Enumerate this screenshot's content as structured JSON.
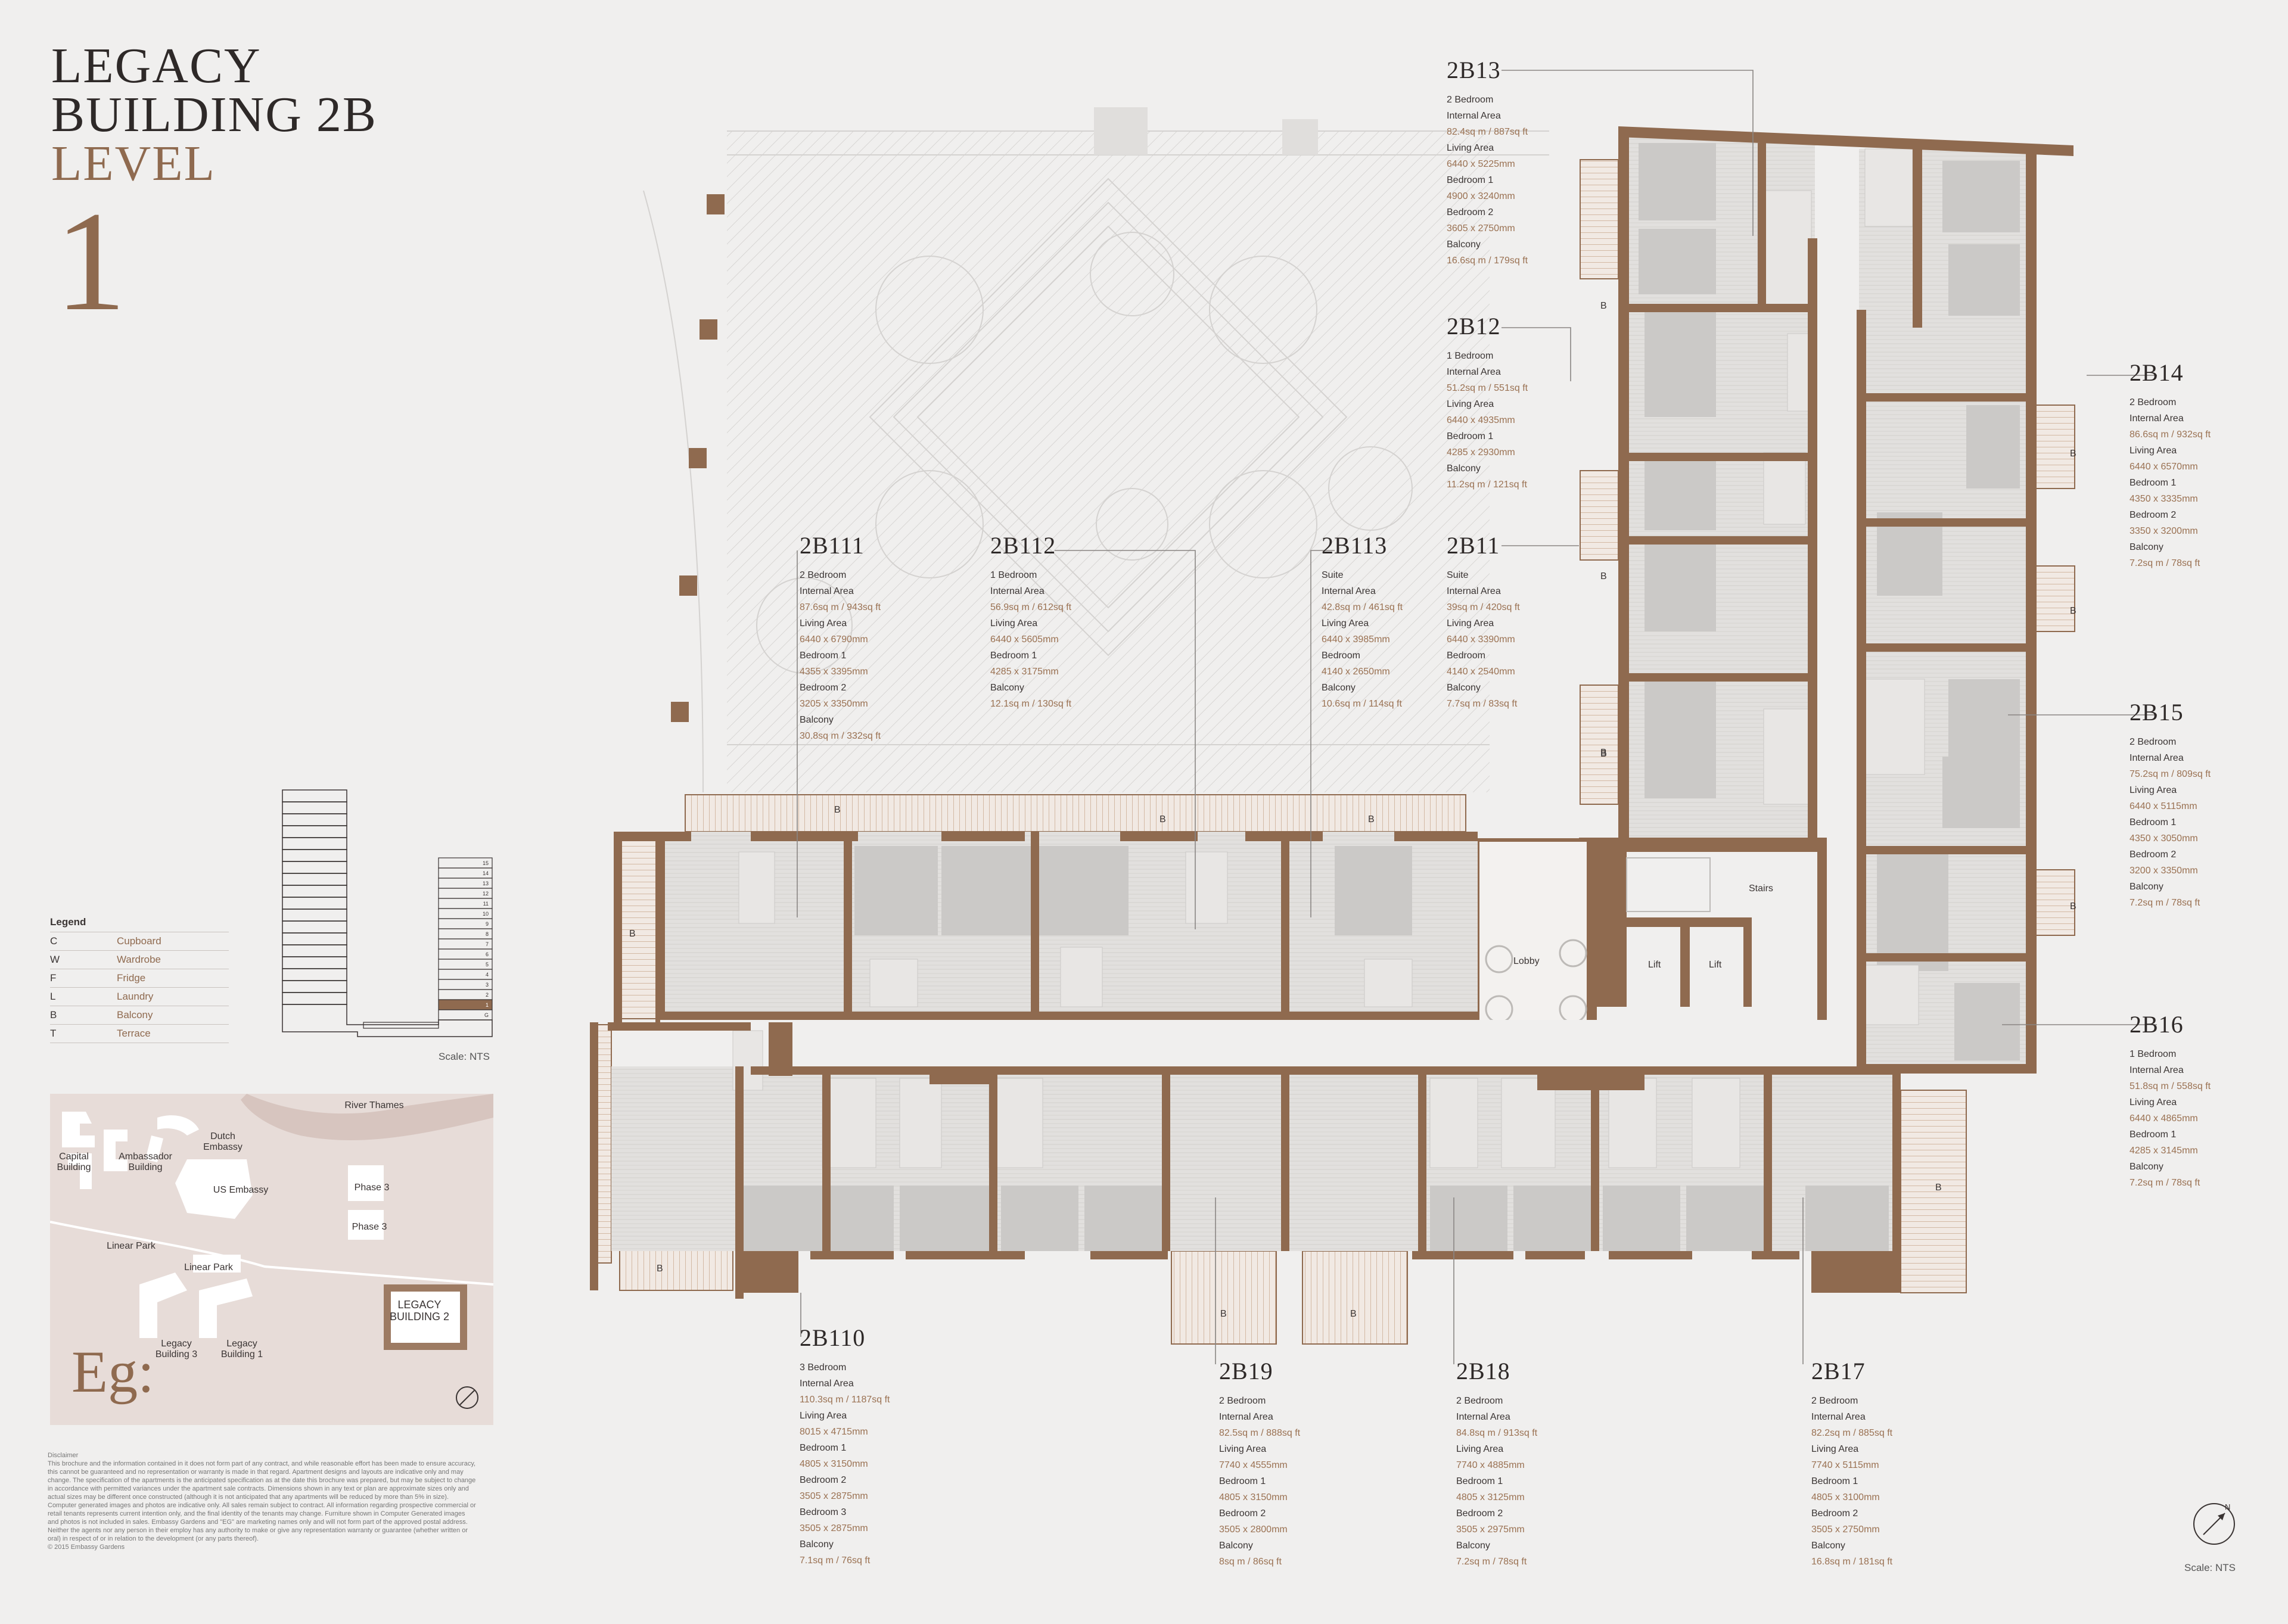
{
  "title": {
    "line1": "LEGACY",
    "line2": "BUILDING 2B",
    "line3": "LEVEL",
    "level": "1"
  },
  "legend": {
    "heading": "Legend",
    "items": [
      {
        "key": "C",
        "value": "Cupboard"
      },
      {
        "key": "W",
        "value": "Wardrobe"
      },
      {
        "key": "F",
        "value": "Fridge"
      },
      {
        "key": "L",
        "value": "Laundry"
      },
      {
        "key": "B",
        "value": "Balcony"
      },
      {
        "key": "T",
        "value": "Terrace"
      }
    ]
  },
  "stack": {
    "floors": [
      "15",
      "14",
      "13",
      "12",
      "11",
      "10",
      "9",
      "8",
      "7",
      "6",
      "5",
      "4",
      "3",
      "2",
      "1",
      "G"
    ],
    "current": "1"
  },
  "scale_label": "Scale: NTS",
  "sitemap": {
    "labels": [
      "River Thames",
      "Capital Building",
      "Ambassador Building",
      "Dutch Embassy",
      "US Embassy",
      "Phase 3",
      "Phase 3",
      "Linear Park",
      "Linear Park",
      "Legacy Building 3",
      "Legacy Building 1"
    ],
    "highlight": "LEGACY BUILDING 2",
    "logo": "Eg:"
  },
  "disclaimer": "Disclaimer\nThis brochure and the information contained in it does not form part of any contract, and while reasonable effort has been made to ensure accuracy, this cannot be guaranteed and no representation or warranty is made in that regard. Apartment designs and layouts are indicative only and may change. The specification of the apartments is the anticipated specification as at the date this brochure was prepared, but may be subject to change in accordance with permitted variances under the apartment sale contracts. Dimensions shown in any text or plan are approximate sizes only and actual sizes may be different once constructed (although it is not anticipated that any apartments will be reduced by more than 5% in size). Computer generated images and photos are indicative only. All sales remain subject to contract. All information regarding prospective commercial or retail tenants represents current intention only, and the final identity of the tenants may change. Furniture shown in Computer Generated images and photos is not included in sales. Embassy Gardens and \"EG\" are marketing names only and will not form part of the approved postal address. Neither the agents nor any person in their employ has any authority to make or give any representation warranty or guarantee (whether written or oral) in respect of or in relation to the development (or any parts thereof).\n© 2015 Embassy Gardens",
  "plan_labels": {
    "stairs": "Stairs",
    "lobby": "Lobby",
    "lift": "Lift",
    "balcony": "B"
  },
  "units": [
    {
      "code": "2B13",
      "type": "2 Bedroom",
      "lines": [
        [
          "Internal Area",
          "82.4sq m / 887sq ft"
        ],
        [
          "Living Area",
          "6440 x 5225mm"
        ],
        [
          "Bedroom 1",
          "4900 x 3240mm"
        ],
        [
          "Bedroom 2",
          "3605 x 2750mm"
        ],
        [
          "Balcony",
          "16.6sq m / 179sq ft"
        ]
      ]
    },
    {
      "code": "2B12",
      "type": "1 Bedroom",
      "lines": [
        [
          "Internal Area",
          "51.2sq m / 551sq ft"
        ],
        [
          "Living Area",
          "6440 x 4935mm"
        ],
        [
          "Bedroom 1",
          "4285 x 2930mm"
        ],
        [
          "Balcony",
          "11.2sq m / 121sq ft"
        ]
      ]
    },
    {
      "code": "2B11",
      "type": "Suite",
      "lines": [
        [
          "Internal Area",
          "39sq m / 420sq ft"
        ],
        [
          "Living Area",
          "6440 x 3390mm"
        ],
        [
          "Bedroom",
          "4140 x 2540mm"
        ],
        [
          "Balcony",
          "7.7sq m / 83sq ft"
        ]
      ]
    },
    {
      "code": "2B113",
      "type": "Suite",
      "lines": [
        [
          "Internal Area",
          "42.8sq m / 461sq ft"
        ],
        [
          "Living Area",
          "6440 x 3985mm"
        ],
        [
          "Bedroom",
          "4140 x 2650mm"
        ],
        [
          "Balcony",
          "10.6sq m / 114sq ft"
        ]
      ]
    },
    {
      "code": "2B112",
      "type": "1 Bedroom",
      "lines": [
        [
          "Internal Area",
          "56.9sq m / 612sq ft"
        ],
        [
          "Living Area",
          "6440 x 5605mm"
        ],
        [
          "Bedroom 1",
          "4285 x 3175mm"
        ],
        [
          "Balcony",
          "12.1sq m / 130sq ft"
        ]
      ]
    },
    {
      "code": "2B111",
      "type": "2 Bedroom",
      "lines": [
        [
          "Internal Area",
          "87.6sq m / 943sq ft"
        ],
        [
          "Living Area",
          "6440 x 6790mm"
        ],
        [
          "Bedroom 1",
          "4355 x 3395mm"
        ],
        [
          "Bedroom 2",
          "3205 x 3350mm"
        ],
        [
          "Balcony",
          "30.8sq m / 332sq ft"
        ]
      ]
    },
    {
      "code": "2B14",
      "type": "2 Bedroom",
      "lines": [
        [
          "Internal Area",
          "86.6sq m / 932sq ft"
        ],
        [
          "Living Area",
          "6440 x 6570mm"
        ],
        [
          "Bedroom 1",
          "4350 x 3335mm"
        ],
        [
          "Bedroom 2",
          "3350 x 3200mm"
        ],
        [
          "Balcony",
          "7.2sq m / 78sq ft"
        ]
      ]
    },
    {
      "code": "2B15",
      "type": "2 Bedroom",
      "lines": [
        [
          "Internal Area",
          "75.2sq m / 809sq ft"
        ],
        [
          "Living Area",
          "6440 x 5115mm"
        ],
        [
          "Bedroom 1",
          "4350 x 3050mm"
        ],
        [
          "Bedroom 2",
          "3200 x 3350mm"
        ],
        [
          "Balcony",
          "7.2sq m / 78sq ft"
        ]
      ]
    },
    {
      "code": "2B16",
      "type": "1 Bedroom",
      "lines": [
        [
          "Internal Area",
          "51.8sq m / 558sq ft"
        ],
        [
          "Living Area",
          "6440 x 4865mm"
        ],
        [
          "Bedroom 1",
          "4285 x 3145mm"
        ],
        [
          "Balcony",
          "7.2sq m / 78sq ft"
        ]
      ]
    },
    {
      "code": "2B110",
      "type": "3 Bedroom",
      "lines": [
        [
          "Internal Area",
          "110.3sq m / 1187sq ft"
        ],
        [
          "Living Area",
          "8015 x 4715mm"
        ],
        [
          "Bedroom 1",
          "4805 x 3150mm"
        ],
        [
          "Bedroom 2",
          "3505 x 2875mm"
        ],
        [
          "Bedroom 3",
          "3505 x 2875mm"
        ],
        [
          "Balcony",
          "7.1sq m / 76sq ft"
        ]
      ]
    },
    {
      "code": "2B19",
      "type": "2 Bedroom",
      "lines": [
        [
          "Internal Area",
          "82.5sq m / 888sq ft"
        ],
        [
          "Living Area",
          "7740 x 4555mm"
        ],
        [
          "Bedroom 1",
          "4805 x 3150mm"
        ],
        [
          "Bedroom 2",
          "3505 x 2800mm"
        ],
        [
          "Balcony",
          "8sq m / 86sq ft"
        ]
      ]
    },
    {
      "code": "2B18",
      "type": "2 Bedroom",
      "lines": [
        [
          "Internal Area",
          "84.8sq m / 913sq ft"
        ],
        [
          "Living Area",
          "7740 x 4885mm"
        ],
        [
          "Bedroom 1",
          "4805 x 3125mm"
        ],
        [
          "Bedroom 2",
          "3505 x 2975mm"
        ],
        [
          "Balcony",
          "7.2sq m / 78sq ft"
        ]
      ]
    },
    {
      "code": "2B17",
      "type": "2 Bedroom",
      "lines": [
        [
          "Internal Area",
          "82.2sq m / 885sq ft"
        ],
        [
          "Living Area",
          "7740 x 5115mm"
        ],
        [
          "Bedroom 1",
          "4805 x 3100mm"
        ],
        [
          "Bedroom 2",
          "3505 x 2750mm"
        ],
        [
          "Balcony",
          "16.8sq m / 181sq ft"
        ]
      ]
    }
  ]
}
